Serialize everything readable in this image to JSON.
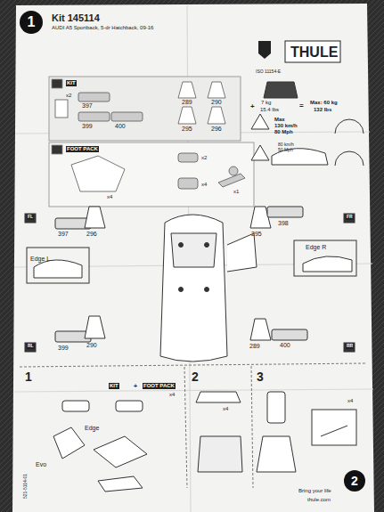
{
  "diagram": {
    "title": "Kit 145114",
    "nodes": [
      {
        "text": [
          "1"
        ]
      },
      {
        "text": [
          "2"
        ]
      }
    ],
    "labels": [
      "AUDI A5 Sportback, 5-dr Hatchback, 09-16",
      "THULE",
      "ISO 11154-E",
      "KIT",
      "x2",
      "397",
      "289",
      "290",
      "399",
      "400",
      "295",
      "296",
      "+",
      "7 kg",
      "15.4 lbs",
      "=",
      "Max: 60 kg",
      "132 lbs",
      "Max",
      "130 km/h",
      "80 Mph",
      "80 km/h",
      "50 Mph",
      "FOOT PACK",
      "x4",
      "x2",
      "x4",
      "x1",
      "FL",
      "397",
      "296",
      "295",
      "398",
      "FR",
      "Edge L",
      "Edge R",
      "RL",
      "399",
      "290",
      "289",
      "400",
      "RR",
      "1",
      "KIT",
      "+",
      "FOOT PACK",
      "x4",
      "Evo",
      "Edge",
      "2",
      "x4",
      "3",
      "x4",
      "521-5114-01",
      "Bring your life",
      "thule.com"
    ]
  }
}
